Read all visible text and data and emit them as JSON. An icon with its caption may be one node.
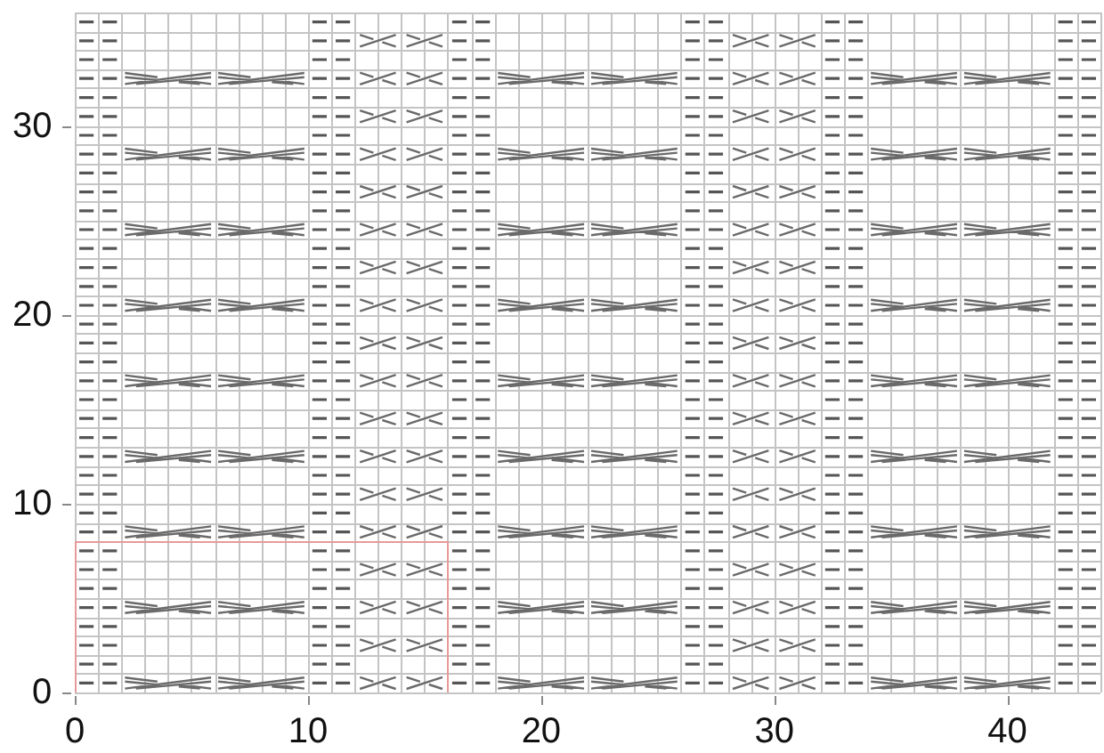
{
  "diagram": {
    "labels": [
      "30",
      "20",
      "10",
      "0",
      "0",
      "10",
      "20",
      "30",
      "40"
    ]
  }
}
